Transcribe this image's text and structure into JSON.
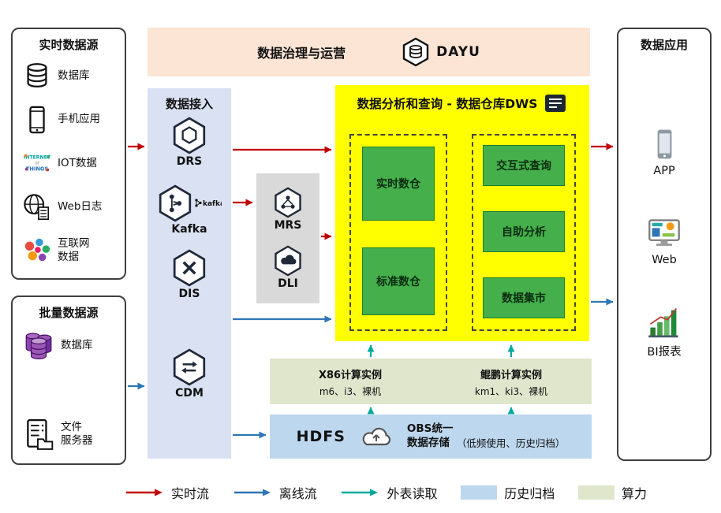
{
  "governance": {
    "title": "数据治理与运营",
    "logo_text": "DAYU"
  },
  "realtime_sources": {
    "title": "实时数据源",
    "items": [
      {
        "label": "数据库"
      },
      {
        "label": "手机应用"
      },
      {
        "label": "IOT数据"
      },
      {
        "label": "Web日志"
      },
      {
        "label": "互联网\n数据"
      }
    ]
  },
  "batch_sources": {
    "title": "批量数据源",
    "items": [
      {
        "label": "数据库"
      },
      {
        "label": "文件\n服务器"
      }
    ]
  },
  "ingestion": {
    "title": "数据接入",
    "items": [
      {
        "label": "DRS"
      },
      {
        "label": "Kafka"
      },
      {
        "label": "DIS"
      },
      {
        "label": "CDM"
      }
    ]
  },
  "processing": {
    "items": [
      {
        "label": "MRS"
      },
      {
        "label": "DLI"
      }
    ]
  },
  "dws": {
    "title": "数据分析和查询 - 数据仓库DWS",
    "warehouses": [
      {
        "label": "实时数仓"
      },
      {
        "label": "标准数仓"
      }
    ],
    "services": [
      {
        "label": "交互式查询"
      },
      {
        "label": "自助分析"
      },
      {
        "label": "数据集市"
      }
    ]
  },
  "compute": {
    "instances": [
      {
        "title": "X86计算实例",
        "subtitle": "m6、i3、裸机"
      },
      {
        "title": "鲲鹏计算实例",
        "subtitle": "km1、ki3、裸机"
      }
    ]
  },
  "storage": {
    "hdfs_label": "HDFS",
    "obs_label": "OBS统一数据存储",
    "obs_note": "（低频使用、历史归档）"
  },
  "applications": {
    "title": "数据应用",
    "items": [
      {
        "label": "APP"
      },
      {
        "label": "Web"
      },
      {
        "label": "BI报表"
      }
    ]
  },
  "legend": {
    "items": [
      {
        "label": "实时流",
        "type": "arrow",
        "color": "#c00000"
      },
      {
        "label": "离线流",
        "type": "arrow",
        "color": "#2e75b6"
      },
      {
        "label": "外表读取",
        "type": "arrow",
        "color": "#00a99d"
      },
      {
        "label": "历史归档",
        "type": "swatch",
        "color": "#bdd7ee"
      },
      {
        "label": "算力",
        "type": "swatch",
        "color": "#dfe6cc"
      }
    ]
  },
  "colors": {
    "realtime_flow": "#c00000",
    "offline_flow": "#2e75b6",
    "external_read": "#00a99d",
    "dws_background": "#ffff00",
    "warehouse_green": "#44af4b",
    "ingestion_background": "#d9e1f2",
    "governance_background": "#fce5d5",
    "processing_background": "#d9d9d9",
    "archive_blue": "#bdd7ee",
    "compute_khaki": "#dfe6cc"
  }
}
